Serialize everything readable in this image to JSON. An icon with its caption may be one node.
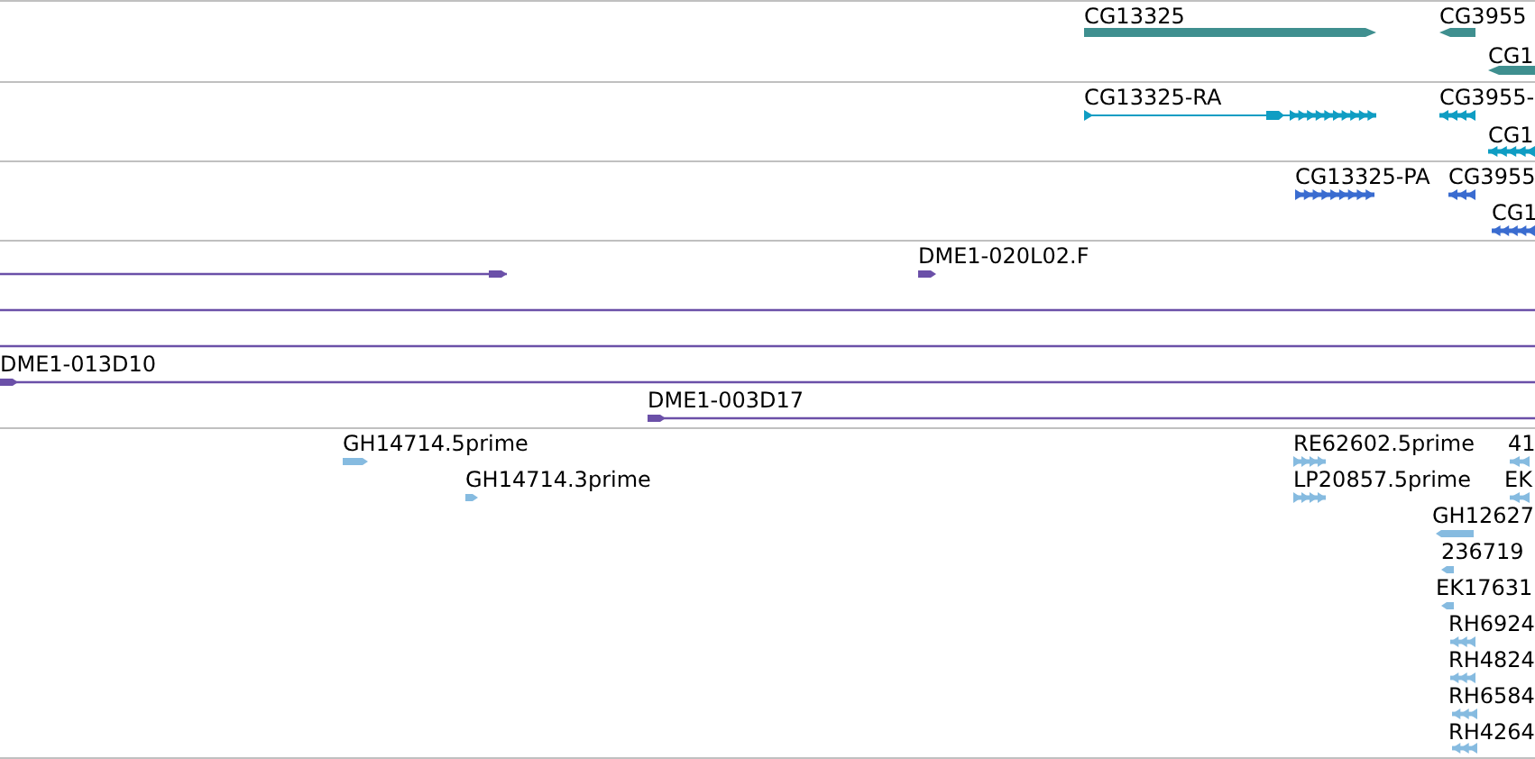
{
  "diagram": {
    "labels": [
      "CG13325",
      "CG3955",
      "CG1",
      "CG13325-RA",
      "CG3955-",
      "CG1",
      "CG13325-PA",
      "CG3955",
      "CG1",
      "DME1-020L02.F",
      "DME1-013D10",
      "DME1-003D17",
      "GH14714.5prime",
      "RE62602.5prime",
      "41",
      "GH14714.3prime",
      "LP20857.5prime",
      "EK",
      "GH12627",
      "236719",
      "EK17631",
      "RH6924",
      "RH4824",
      "RH6584",
      "RH4264"
    ]
  }
}
